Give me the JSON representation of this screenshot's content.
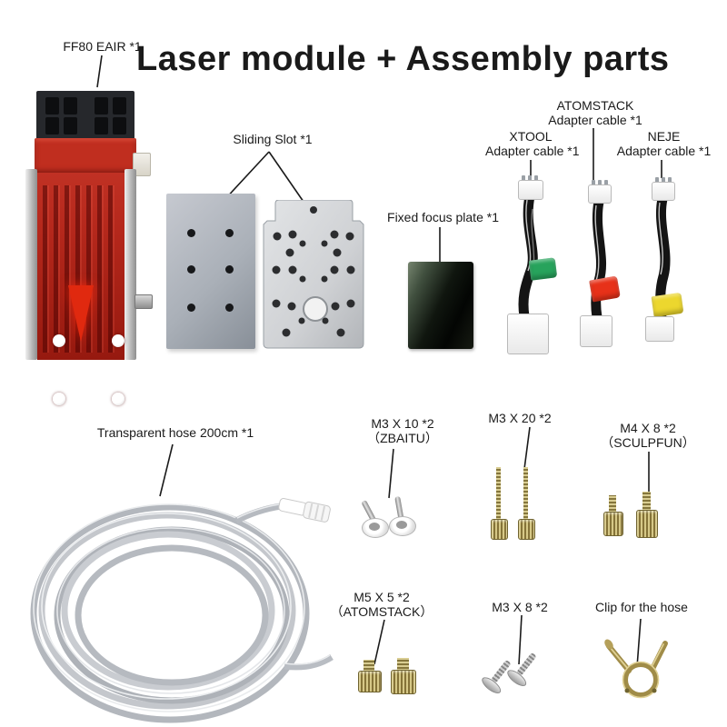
{
  "title": "Laser module + Assembly parts",
  "callouts": {
    "module": "FF80 EAIR *1",
    "sliding_slot": "Sliding Slot *1",
    "focus_plate": "Fixed focus plate *1",
    "hose": "Transparent hose 200cm *1",
    "clip": "Clip for the hose"
  },
  "cables": [
    {
      "brand": "XTOOL",
      "desc": "Adapter cable *1",
      "tag_color": "#27a35c"
    },
    {
      "brand": "ATOMSTACK",
      "desc": "Adapter cable *1",
      "tag_color": "#e73119"
    },
    {
      "brand": "NEJE",
      "desc": "Adapter cable *1",
      "tag_color": "#ecd72e"
    }
  ],
  "screws": [
    {
      "size": "M3 X 10 *2",
      "brand": "（ZBAITU）"
    },
    {
      "size": "M3 X 20 *2",
      "brand": ""
    },
    {
      "size": "M4 X 8 *2",
      "brand": "（SCULPFUN）"
    },
    {
      "size": "M5 X 5 *2",
      "brand": "（ATOMSTACK）"
    },
    {
      "size": "M3 X 8 *2",
      "brand": ""
    }
  ],
  "colors": {
    "module_red": "#c02e1f",
    "brass": "#b5a05a",
    "hose_gray": "#b4b8be"
  }
}
